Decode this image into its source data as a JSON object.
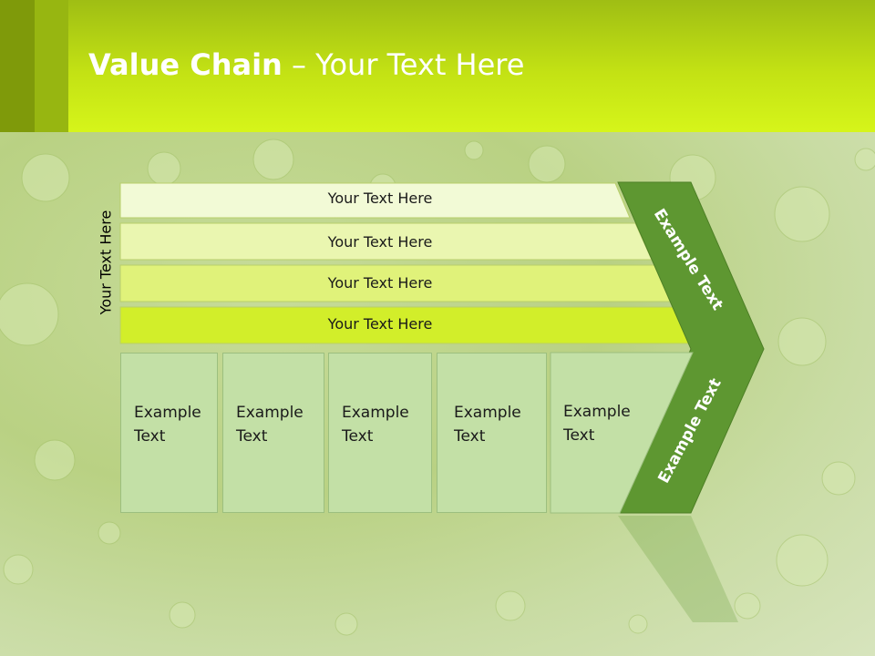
{
  "title": {
    "bold": "Value Chain",
    "rest": " – Your Text Here"
  },
  "side_label": "Your Text Here",
  "rows": [
    "Your Text Here",
    "Your Text Here",
    "Your Text Here",
    "Your Text Here"
  ],
  "cells": [
    {
      "line1": "Example",
      "line2": "Text"
    },
    {
      "line1": "Example",
      "line2": "Text"
    },
    {
      "line1": "Example",
      "line2": "Text"
    },
    {
      "line1": "Example",
      "line2": "Text"
    },
    {
      "line1": "Example",
      "line2": "Text"
    }
  ],
  "arrow": {
    "upper": "Example Text",
    "lower": "Example Text"
  },
  "colors": {
    "header": "#c3e214",
    "row1": "#f2fad6",
    "row2": "#eaf6b0",
    "row3": "#e0f27a",
    "row4": "#d2ee2a",
    "cell": "#c3e0a6",
    "arrow": "#5e9731"
  }
}
